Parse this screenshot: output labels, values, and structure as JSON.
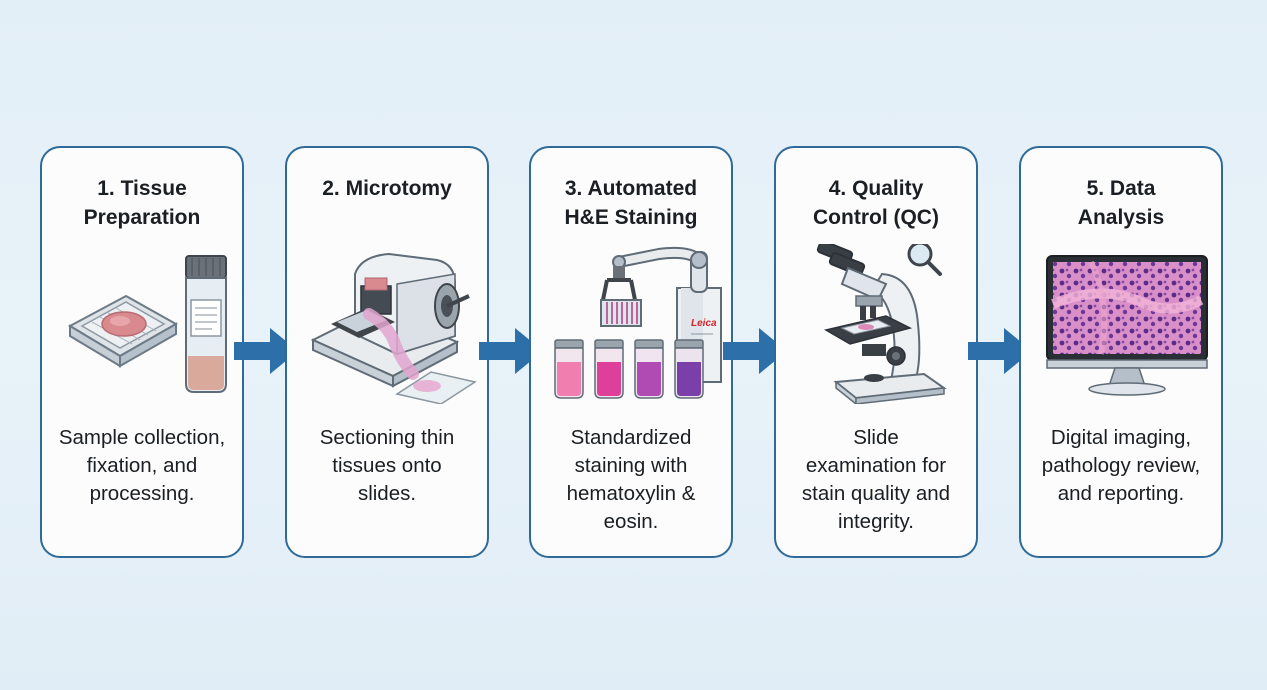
{
  "workflow": {
    "steps": [
      {
        "title": "1. Tissue\nPreparation",
        "description": "Sample collection,\nfixation, and\nprocessing.",
        "icon": "tissue-cassette-and-vial-icon"
      },
      {
        "title": "2. Microtomy",
        "description": "Sectioning thin\ntissues onto\nslides.",
        "icon": "microtome-icon"
      },
      {
        "title": "3. Automated\nH&E Staining",
        "description": "Standardized\nstaining with\nhematoxylin &\neosin.",
        "icon": "robotic-stainer-icon",
        "device_label": "Leica"
      },
      {
        "title": "4. Quality\nControl (QC)",
        "description": "Slide\nexamination for\nstain quality and\nintegrity.",
        "icon": "microscope-icon"
      },
      {
        "title": "5. Data\nAnalysis",
        "description": "Digital imaging,\npathology review,\nand reporting.",
        "icon": "computer-monitor-icon"
      }
    ],
    "connector_icon": "right-arrow-icon"
  },
  "colors": {
    "card_border": "#2f6a99",
    "arrow": "#2d6fa8",
    "background": "#e5f0f8"
  }
}
